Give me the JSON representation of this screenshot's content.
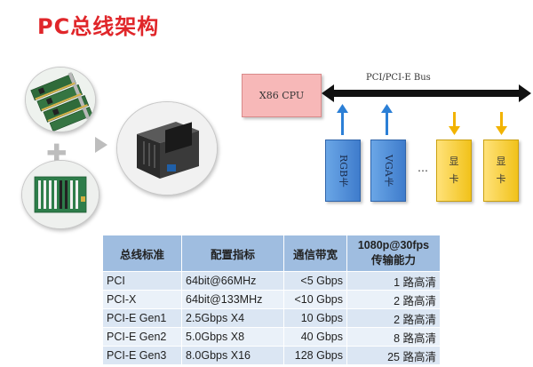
{
  "title": "PC总线架构",
  "diagram": {
    "cpu_label": "X86 CPU",
    "bus_label": "PCI/PCI-E Bus",
    "cards": [
      {
        "label": "RGB卡",
        "color": "blue"
      },
      {
        "label": "VGA卡",
        "color": "blue"
      },
      {
        "label": "显卡",
        "color": "yellow"
      },
      {
        "label": "显卡",
        "color": "yellow"
      }
    ],
    "ellipsis": "…",
    "arrow_colors": {
      "blue": "#2b7fd6",
      "yellow": "#f2b300"
    }
  },
  "images": {
    "capture_cards": "capture-cards-photo",
    "backplane": "backplane-photo",
    "industrial_pc": "industrial-pc-photo"
  },
  "table": {
    "headers": [
      "总线标准",
      "配置指标",
      "通信带宽",
      "1080p@30fps传输能力"
    ],
    "header_last_lines": [
      "1080p@30fps",
      "传输能力"
    ],
    "rows": [
      [
        "PCI",
        "64bit@66MHz",
        "<5 Gbps",
        "1 路高清"
      ],
      [
        "PCI-X",
        "64bit@133MHz",
        "<10 Gbps",
        "2 路高清"
      ],
      [
        "PCI-E Gen1",
        "2.5Gbps X4",
        "10 Gbps",
        "2 路高清"
      ],
      [
        "PCI-E Gen2",
        "5.0Gbps X8",
        "40 Gbps",
        "8 路高清"
      ],
      [
        "PCI-E Gen3",
        "8.0Gbps X16",
        "128 Gbps",
        "25 路高清"
      ]
    ]
  },
  "colors": {
    "title": "#e0262a",
    "header_bg": "#9fbde0",
    "row_bg": "#dbe6f3",
    "cpu_bg": "#f7b8b8"
  }
}
